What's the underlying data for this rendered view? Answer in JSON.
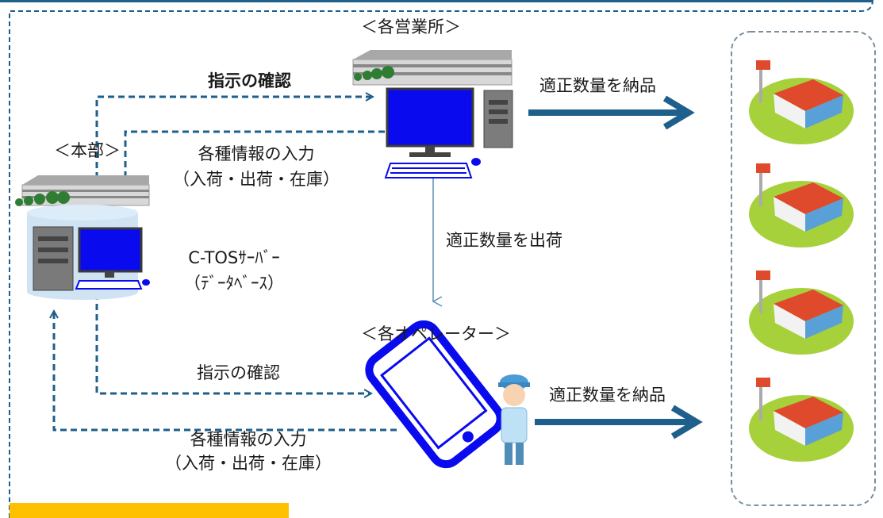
{
  "labels": {
    "sales_offices": "＜各営業所＞",
    "headquarters": "＜本部＞",
    "operators": "＜各オペレーター＞",
    "confirm_instruction_top": "指示の確認",
    "input_info_top_line1": "各種情報の入力",
    "input_info_top_line2": "（入荷・出荷・在庫）",
    "deliver_proper_qty_top": "適正数量を納品",
    "ship_proper_qty": "適正数量を出荷",
    "server_line1": "C-TOSｻｰﾊﾞｰ",
    "server_line2": "（ﾃﾞｰﾀﾍﾞｰｽ）",
    "confirm_instruction_bottom": "指示の確認",
    "input_info_bottom_line1": "各種情報の入力",
    "input_info_bottom_line2": "（入荷・出荷・在庫）",
    "deliver_proper_qty_bottom": "適正数量を納品"
  },
  "colors": {
    "dashed_line": "#1f5f8b",
    "arrow": "#1f5f8b",
    "monitor": "#0a0aee",
    "yellow_bar": "#ffc000",
    "store_roof": "#e04a2c",
    "store_ground": "#a6d13a"
  },
  "icons": {
    "sales_office_building": "office-building-icon",
    "sales_office_pc": "desktop-computer-icon",
    "hq_building": "office-building-icon",
    "hq_database": "database-server-icon",
    "smartphone": "smartphone-icon",
    "operator": "operator-person-icon",
    "store": "convenience-store-icon"
  }
}
